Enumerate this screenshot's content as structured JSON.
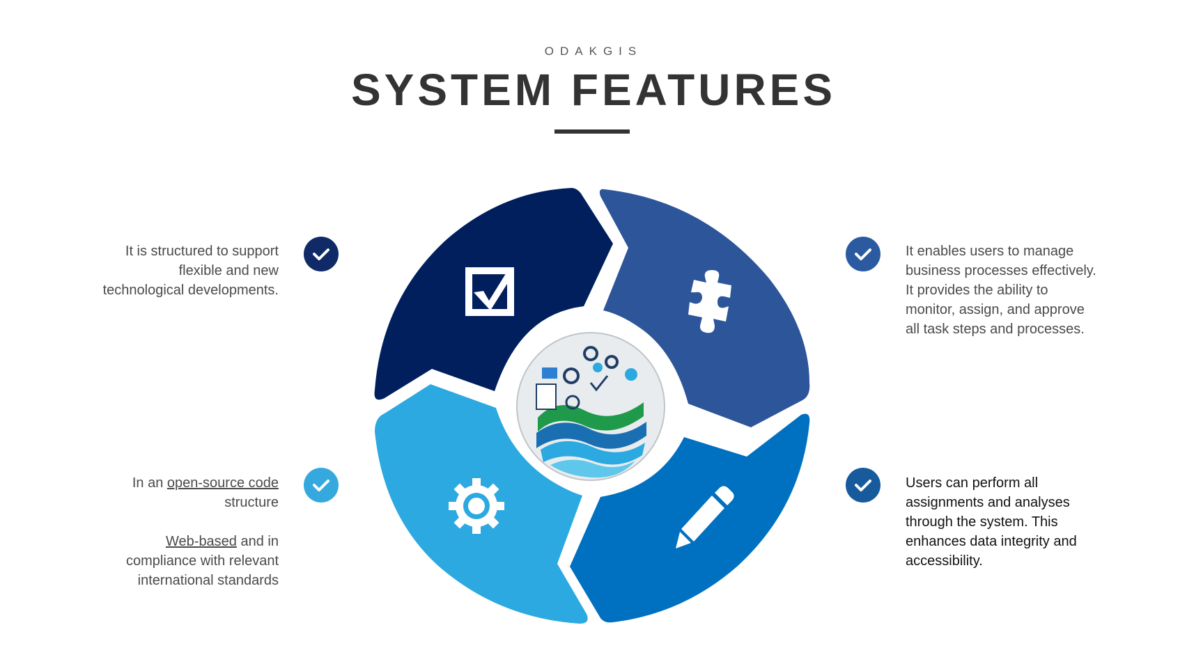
{
  "header": {
    "brand": "ODAKGIS",
    "title": "SYSTEM FEATURES"
  },
  "features": {
    "top_left": {
      "lines": [
        "It is structured to support",
        "flexible and new",
        "technological developments."
      ],
      "check_color": "#0f2a66",
      "segment_color": "#001f5c",
      "icon": "checkbox-icon"
    },
    "top_right": {
      "lines": [
        "It enables users to manage",
        "business processes effectively.",
        "It provides the ability to",
        "monitor, assign, and approve",
        "all task steps and processes."
      ],
      "check_color": "#2c5aa0",
      "segment_color": "#2d5599",
      "icon": "puzzle-icon"
    },
    "bottom_left": {
      "prefix": "In an ",
      "link1": "open-source code",
      "line2": "structure",
      "link2": "Web-based",
      "suffix2": " and in",
      "line4": "compliance with relevant",
      "line5": "international standards",
      "check_color": "#35a9de",
      "segment_color": "#2ba9e0",
      "icon": "gear-icon"
    },
    "bottom_right": {
      "lines": [
        "Users can perform all",
        "assignments and analyses",
        "through the system. This",
        "enhances data integrity and",
        "accessibility."
      ],
      "check_color": "#175b9c",
      "segment_color": "#0070c0",
      "icon": "pencil-icon"
    }
  },
  "center": {
    "icon": "workflow-logo-icon"
  }
}
